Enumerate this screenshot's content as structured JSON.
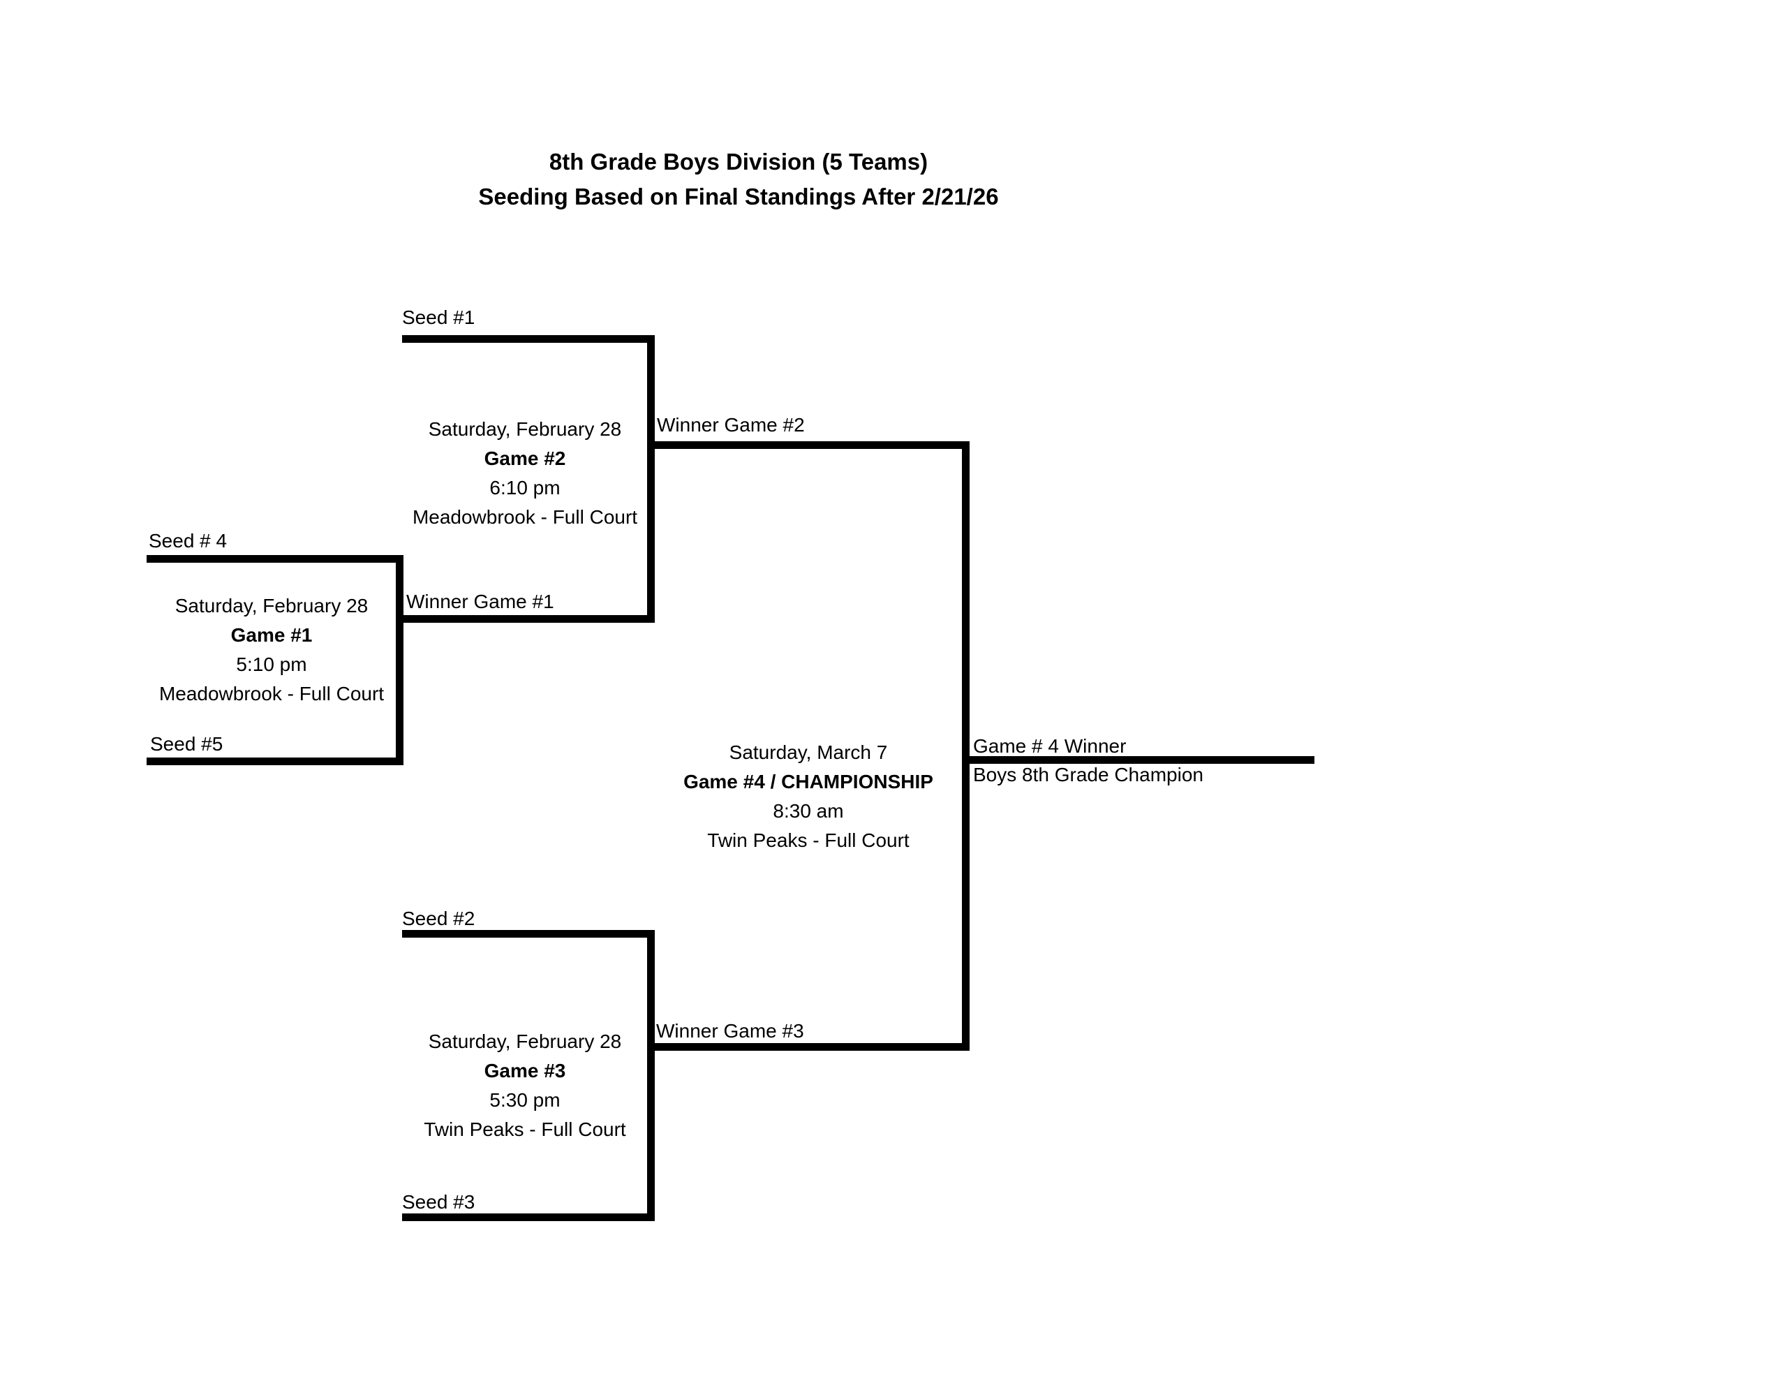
{
  "title": {
    "line1": "8th Grade Boys Division (5 Teams)",
    "line2": "Seeding Based on Final Standings After 2/21/26"
  },
  "labels": {
    "seed1": "Seed #1",
    "seed2": "Seed #2",
    "seed3": "Seed #3",
    "seed4": "Seed # 4",
    "seed5": "Seed #5",
    "winner_game1": "Winner Game #1",
    "winner_game2": "Winner Game #2",
    "winner_game3": "Winner Game #3",
    "game4_winner": "Game # 4 Winner",
    "champion": "Boys 8th Grade Champion"
  },
  "games": {
    "game1": {
      "date": "Saturday, February 28",
      "name": "Game #1",
      "time": "5:10 pm",
      "location": "Meadowbrook - Full Court"
    },
    "game2": {
      "date": "Saturday, February 28",
      "name": "Game #2",
      "time": "6:10 pm",
      "location": "Meadowbrook - Full Court"
    },
    "game3": {
      "date": "Saturday, February 28",
      "name": "Game #3",
      "time": "5:30 pm",
      "location": "Twin Peaks - Full Court"
    },
    "game4": {
      "date": "Saturday, March 7",
      "name": "Game #4 / CHAMPIONSHIP",
      "time": "8:30 am",
      "location": "Twin Peaks - Full Court"
    }
  },
  "colors": {
    "line": "#000000",
    "text": "#000000",
    "background": "#ffffff"
  }
}
